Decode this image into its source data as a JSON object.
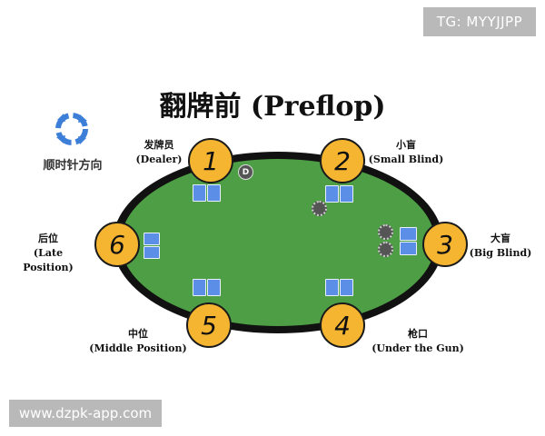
{
  "watermark_top": "TG: MYYJJPP",
  "watermark_bottom": "www.dzpk-app.com",
  "title": "翻牌前 (Preflop)",
  "direction": {
    "icon": "clockwise-arrows-icon",
    "label": "顺时针方向"
  },
  "dealer_button": "D",
  "seats": [
    {
      "number": "1",
      "zh": "发牌员",
      "en": "(Dealer)"
    },
    {
      "number": "2",
      "zh": "小盲",
      "en": "(Small Blind)"
    },
    {
      "number": "3",
      "zh": "大盲",
      "en": "(Big Blind)"
    },
    {
      "number": "4",
      "zh": "枪口",
      "en": "(Under the Gun)"
    },
    {
      "number": "5",
      "zh": "中位",
      "en": "(Middle Position)"
    },
    {
      "number": "6",
      "zh": "后位",
      "en": "(Late Position)"
    }
  ],
  "colors": {
    "felt": "#4e9e45",
    "rail": "#111111",
    "seat": "#f5b531",
    "card": "#5b8ee6",
    "icon": "#3d7fd8"
  }
}
